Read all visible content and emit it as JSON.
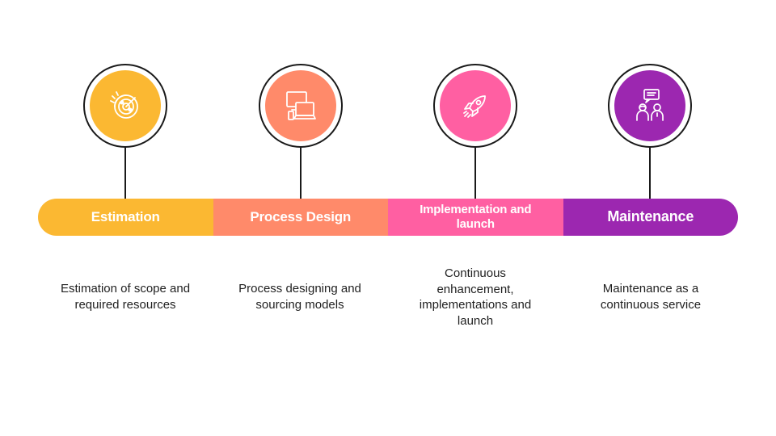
{
  "stages": [
    {
      "title": "Estimation",
      "description": "Estimation of scope and required resources",
      "color": "#FBB832",
      "icon": "radar-chart-icon"
    },
    {
      "title": "Process Design",
      "description": "Process designing and sourcing models",
      "color": "#FF8A6A",
      "icon": "devices-icon"
    },
    {
      "title": "Implementation and launch",
      "description": "Continuous enhancement, implementations and launch",
      "color": "#FF5FA2",
      "icon": "rocket-icon"
    },
    {
      "title": "Maintenance",
      "description": "Maintenance as a continuous service",
      "color": "#9C27B0",
      "icon": "support-team-icon"
    }
  ]
}
